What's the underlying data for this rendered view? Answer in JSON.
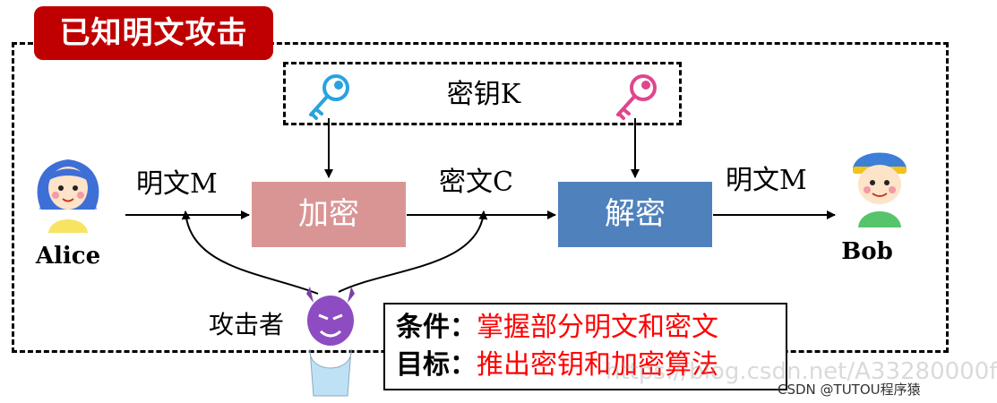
{
  "title": "已知明文攻击",
  "key_label": "密钥K",
  "encrypt_label": "加密",
  "decrypt_label": "解密",
  "plaintext_in_label": "明文M",
  "ciphertext_label": "密文C",
  "plaintext_out_label": "明文M",
  "alice_name": "Alice",
  "bob_name": "Bob",
  "attacker_label": "攻击者",
  "conditions": {
    "label": "条件：",
    "value": "掌握部分明文和密文"
  },
  "goal": {
    "label": "目标：",
    "value": "推出密钥和加密算法"
  },
  "watermark": "https://blog.csdn.net/A33280000f",
  "credit": "CSDN @TUTOU程序猿",
  "colors": {
    "title_bg": "#c00000",
    "encrypt_bg": "#d99594",
    "decrypt_bg": "#4f81bd",
    "key_blue": "#29a3e0",
    "key_pink": "#e0468c",
    "highlight_text": "#ff0000"
  },
  "icons": [
    "blue-key-icon",
    "pink-key-icon",
    "alice-icon",
    "bob-icon",
    "attacker-devil-icon"
  ]
}
